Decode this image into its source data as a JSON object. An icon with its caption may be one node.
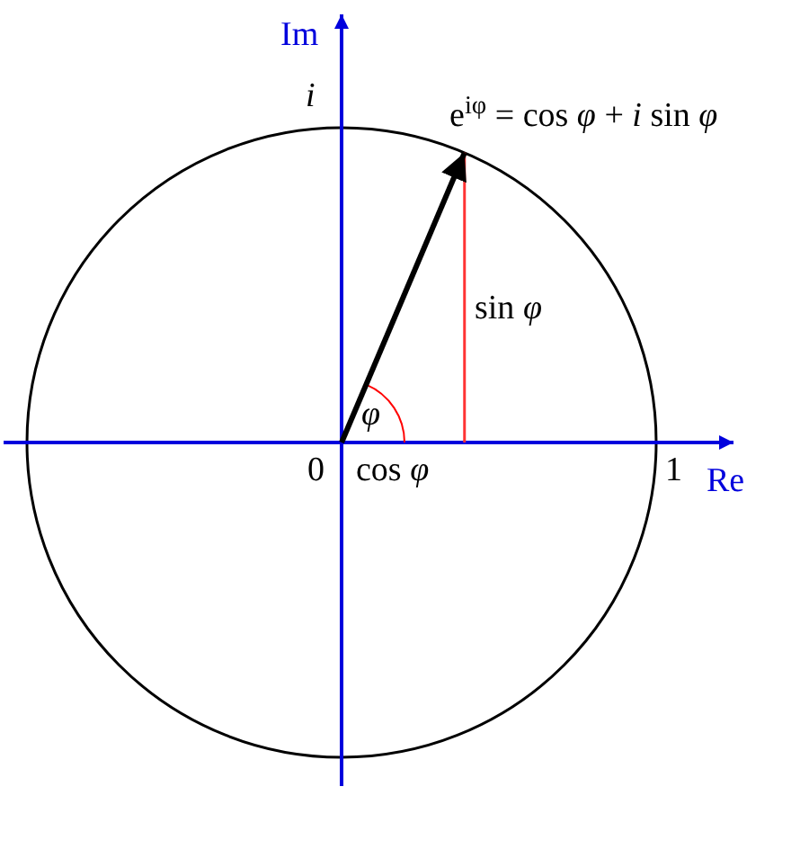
{
  "diagram": {
    "labels": [
      "Im",
      "i",
      "e$^{iφ}$ = cos *φ* + *i* sin *φ*",
      "sin *φ*",
      "φ",
      "0",
      "cos *φ*",
      "1",
      "Re"
    ]
  }
}
